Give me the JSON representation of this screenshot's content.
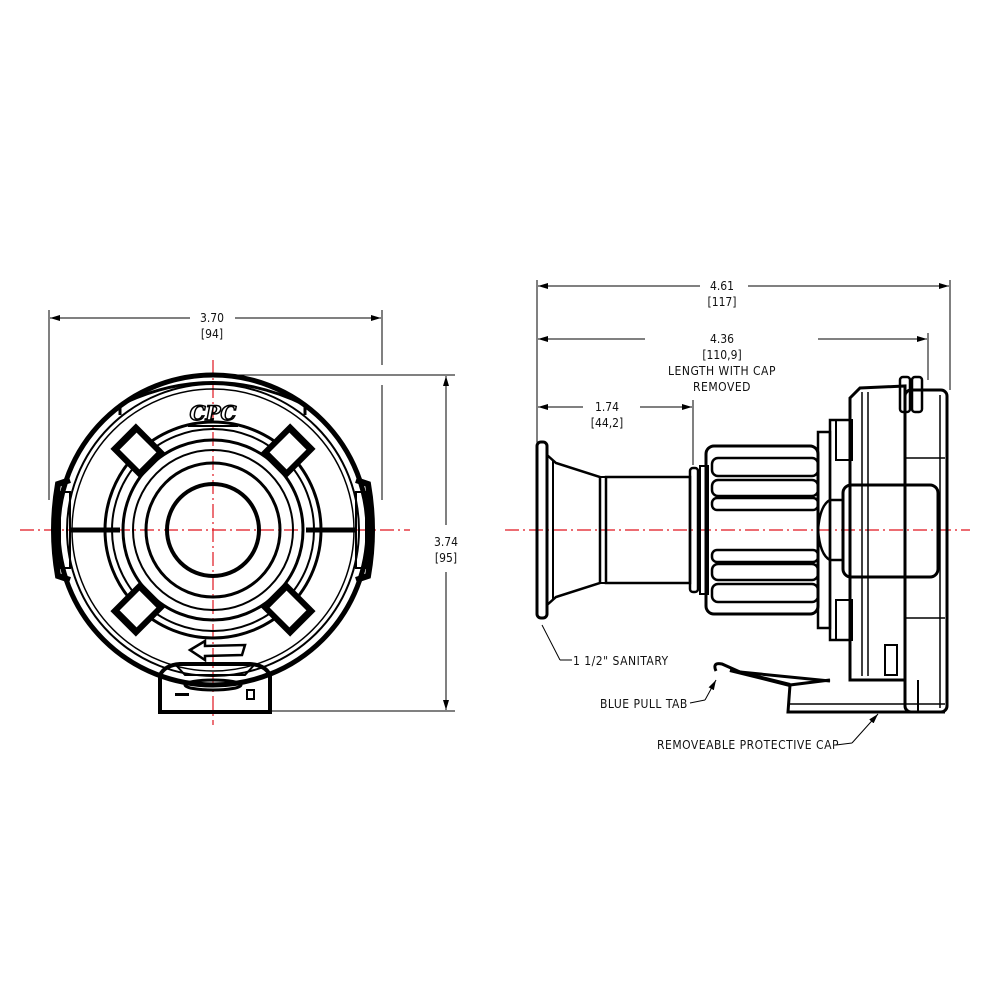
{
  "drawing": {
    "front_view": {
      "width_dim": {
        "value": "3.70",
        "metric": "[94]"
      },
      "height_dim": {
        "value": "3.74",
        "metric": "[95]"
      },
      "logo_text": "CPC"
    },
    "side_view": {
      "overall_length_dim": {
        "value": "4.61",
        "metric": "[117]"
      },
      "length_cap_removed_dim": {
        "value": "4.36",
        "metric": "[110,9]",
        "note_line1": "LENGTH WITH CAP",
        "note_line2": "REMOVED"
      },
      "tube_length_dim": {
        "value": "1.74",
        "metric": "[44,2]"
      },
      "callouts": [
        {
          "label": "1 1/2\" SANITARY"
        },
        {
          "label": "BLUE PULL TAB"
        },
        {
          "label": "REMOVEABLE PROTECTIVE CAP"
        }
      ]
    },
    "colors": {
      "line": "#000000",
      "centerline": "#e0141e",
      "background": "#ffffff"
    }
  }
}
